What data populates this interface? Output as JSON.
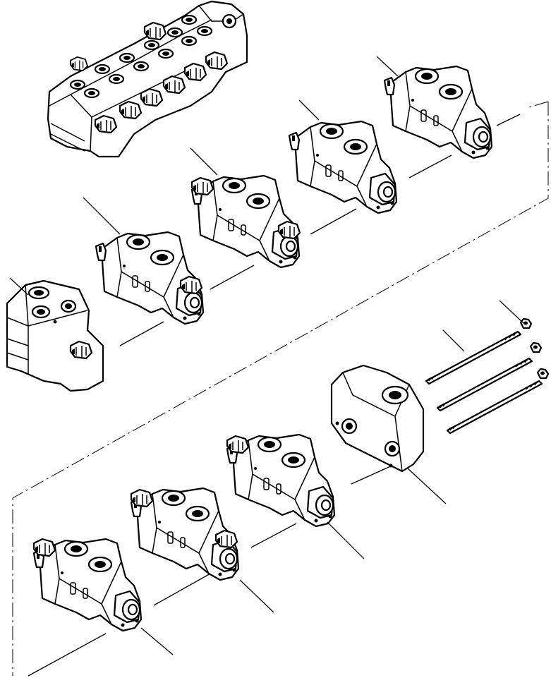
{
  "diagram": {
    "description_type": "exploded parts view",
    "components": [
      {
        "id": "assembled-valve"
      },
      {
        "id": "inlet-section"
      },
      {
        "id": "spool-section-1"
      },
      {
        "id": "spool-section-2"
      },
      {
        "id": "spool-section-3"
      },
      {
        "id": "spool-section-4"
      },
      {
        "id": "spool-section-5"
      },
      {
        "id": "spool-section-6"
      },
      {
        "id": "spool-section-7"
      },
      {
        "id": "end-cover"
      },
      {
        "id": "tie-rods",
        "count": 3
      },
      {
        "id": "nuts",
        "count": 3
      }
    ],
    "callout_count": 13,
    "label_text": []
  }
}
